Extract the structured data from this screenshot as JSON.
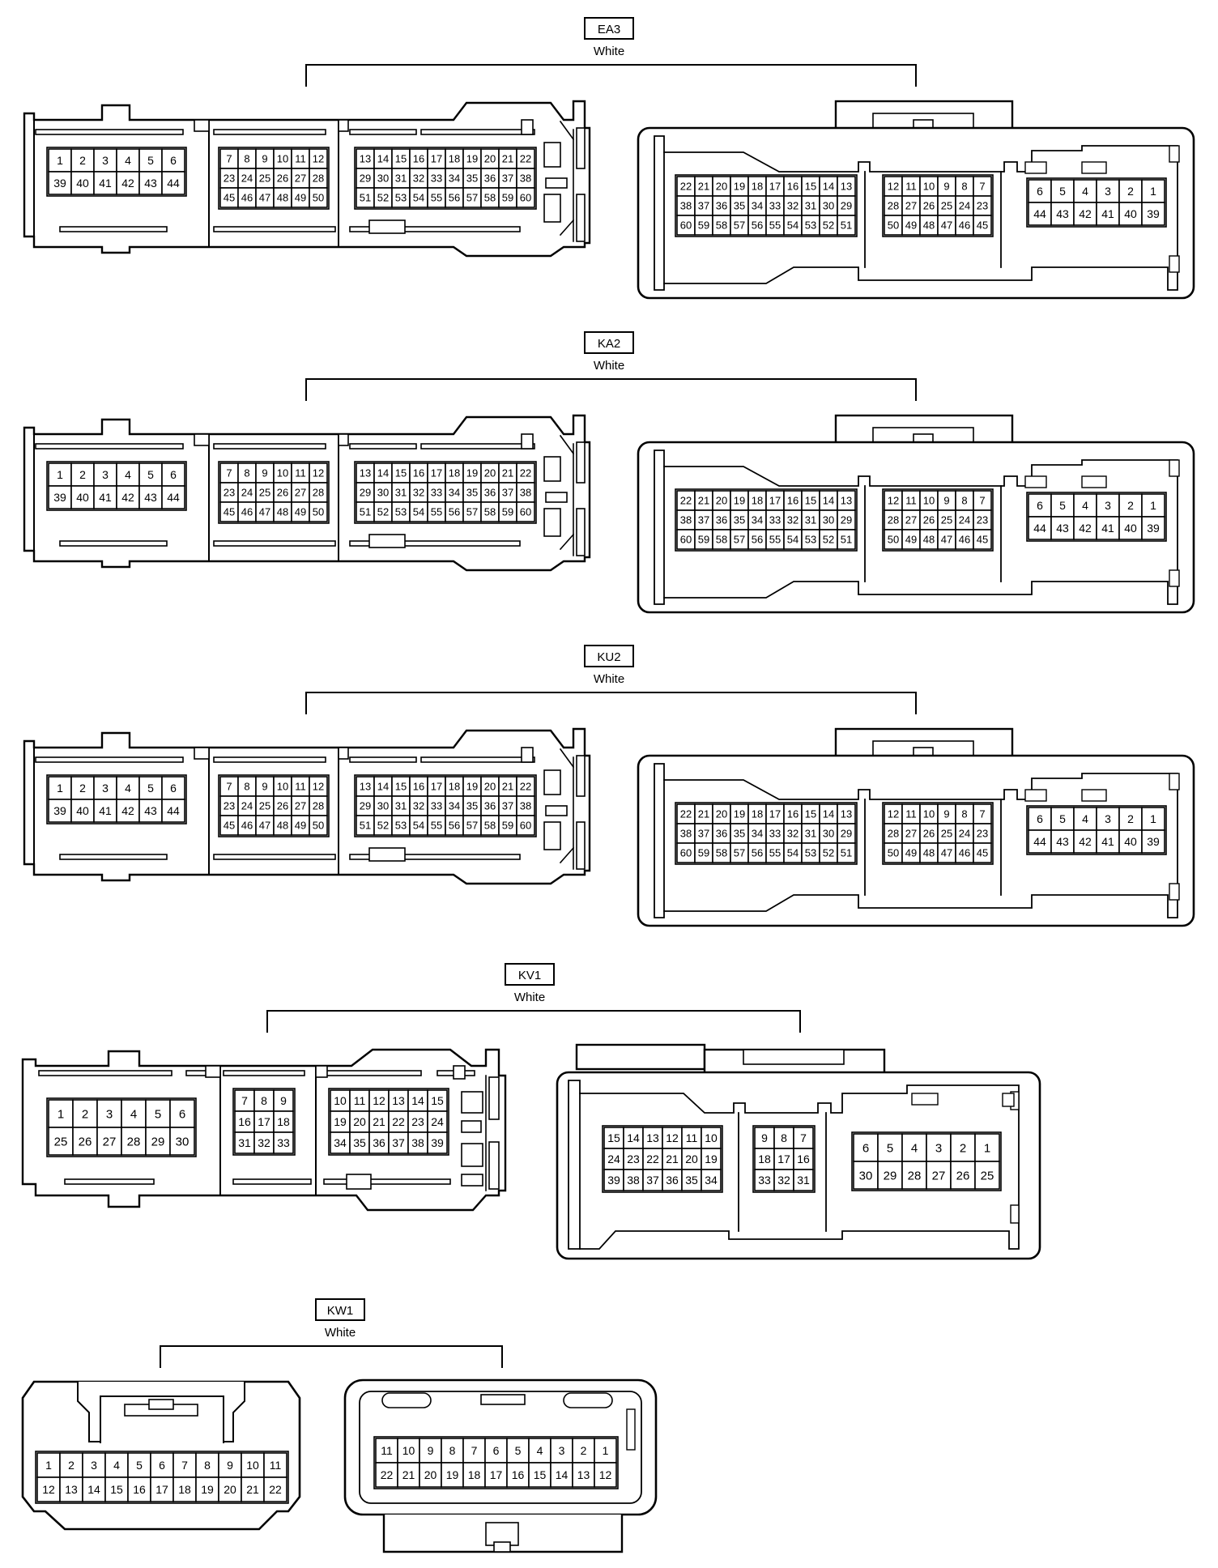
{
  "connectors": [
    {
      "code": "EA3",
      "color": "White",
      "male": {
        "blocks": [
          {
            "rows": [
              [
                "1",
                "2",
                "3",
                "4",
                "5",
                "6"
              ],
              [
                "39",
                "40",
                "41",
                "42",
                "43",
                "44"
              ]
            ]
          },
          {
            "rows": [
              [
                "7",
                "8",
                "9",
                "10",
                "11",
                "12"
              ],
              [
                "23",
                "24",
                "25",
                "26",
                "27",
                "28"
              ],
              [
                "45",
                "46",
                "47",
                "48",
                "49",
                "50"
              ]
            ]
          },
          {
            "rows": [
              [
                "13",
                "14",
                "15",
                "16",
                "17",
                "18",
                "19",
                "20",
                "21",
                "22"
              ],
              [
                "29",
                "30",
                "31",
                "32",
                "33",
                "34",
                "35",
                "36",
                "37",
                "38"
              ],
              [
                "51",
                "52",
                "53",
                "54",
                "55",
                "56",
                "57",
                "58",
                "59",
                "60"
              ]
            ]
          }
        ]
      },
      "female": {
        "blocks": [
          {
            "rows": [
              [
                "22",
                "21",
                "20",
                "19",
                "18",
                "17",
                "16",
                "15",
                "14",
                "13"
              ],
              [
                "38",
                "37",
                "36",
                "35",
                "34",
                "33",
                "32",
                "31",
                "30",
                "29"
              ],
              [
                "60",
                "59",
                "58",
                "57",
                "56",
                "55",
                "54",
                "53",
                "52",
                "51"
              ]
            ]
          },
          {
            "rows": [
              [
                "12",
                "11",
                "10",
                "9",
                "8",
                "7"
              ],
              [
                "28",
                "27",
                "26",
                "25",
                "24",
                "23"
              ],
              [
                "50",
                "49",
                "48",
                "47",
                "46",
                "45"
              ]
            ]
          },
          {
            "rows": [
              [
                "6",
                "5",
                "4",
                "3",
                "2",
                "1"
              ],
              [
                "44",
                "43",
                "42",
                "41",
                "40",
                "39"
              ]
            ]
          }
        ]
      }
    },
    {
      "code": "KA2",
      "color": "White",
      "male": {
        "blocks": [
          {
            "rows": [
              [
                "1",
                "2",
                "3",
                "4",
                "5",
                "6"
              ],
              [
                "39",
                "40",
                "41",
                "42",
                "43",
                "44"
              ]
            ]
          },
          {
            "rows": [
              [
                "7",
                "8",
                "9",
                "10",
                "11",
                "12"
              ],
              [
                "23",
                "24",
                "25",
                "26",
                "27",
                "28"
              ],
              [
                "45",
                "46",
                "47",
                "48",
                "49",
                "50"
              ]
            ]
          },
          {
            "rows": [
              [
                "13",
                "14",
                "15",
                "16",
                "17",
                "18",
                "19",
                "20",
                "21",
                "22"
              ],
              [
                "29",
                "30",
                "31",
                "32",
                "33",
                "34",
                "35",
                "36",
                "37",
                "38"
              ],
              [
                "51",
                "52",
                "53",
                "54",
                "55",
                "56",
                "57",
                "58",
                "59",
                "60"
              ]
            ]
          }
        ]
      },
      "female": {
        "blocks": [
          {
            "rows": [
              [
                "22",
                "21",
                "20",
                "19",
                "18",
                "17",
                "16",
                "15",
                "14",
                "13"
              ],
              [
                "38",
                "37",
                "36",
                "35",
                "34",
                "33",
                "32",
                "31",
                "30",
                "29"
              ],
              [
                "60",
                "59",
                "58",
                "57",
                "56",
                "55",
                "54",
                "53",
                "52",
                "51"
              ]
            ]
          },
          {
            "rows": [
              [
                "12",
                "11",
                "10",
                "9",
                "8",
                "7"
              ],
              [
                "28",
                "27",
                "26",
                "25",
                "24",
                "23"
              ],
              [
                "50",
                "49",
                "48",
                "47",
                "46",
                "45"
              ]
            ]
          },
          {
            "rows": [
              [
                "6",
                "5",
                "4",
                "3",
                "2",
                "1"
              ],
              [
                "44",
                "43",
                "42",
                "41",
                "40",
                "39"
              ]
            ]
          }
        ]
      }
    },
    {
      "code": "KU2",
      "color": "White",
      "male": {
        "blocks": [
          {
            "rows": [
              [
                "1",
                "2",
                "3",
                "4",
                "5",
                "6"
              ],
              [
                "39",
                "40",
                "41",
                "42",
                "43",
                "44"
              ]
            ]
          },
          {
            "rows": [
              [
                "7",
                "8",
                "9",
                "10",
                "11",
                "12"
              ],
              [
                "23",
                "24",
                "25",
                "26",
                "27",
                "28"
              ],
              [
                "45",
                "46",
                "47",
                "48",
                "49",
                "50"
              ]
            ]
          },
          {
            "rows": [
              [
                "13",
                "14",
                "15",
                "16",
                "17",
                "18",
                "19",
                "20",
                "21",
                "22"
              ],
              [
                "29",
                "30",
                "31",
                "32",
                "33",
                "34",
                "35",
                "36",
                "37",
                "38"
              ],
              [
                "51",
                "52",
                "53",
                "54",
                "55",
                "56",
                "57",
                "58",
                "59",
                "60"
              ]
            ]
          }
        ]
      },
      "female": {
        "blocks": [
          {
            "rows": [
              [
                "22",
                "21",
                "20",
                "19",
                "18",
                "17",
                "16",
                "15",
                "14",
                "13"
              ],
              [
                "38",
                "37",
                "36",
                "35",
                "34",
                "33",
                "32",
                "31",
                "30",
                "29"
              ],
              [
                "60",
                "59",
                "58",
                "57",
                "56",
                "55",
                "54",
                "53",
                "52",
                "51"
              ]
            ]
          },
          {
            "rows": [
              [
                "12",
                "11",
                "10",
                "9",
                "8",
                "7"
              ],
              [
                "28",
                "27",
                "26",
                "25",
                "24",
                "23"
              ],
              [
                "50",
                "49",
                "48",
                "47",
                "46",
                "45"
              ]
            ]
          },
          {
            "rows": [
              [
                "6",
                "5",
                "4",
                "3",
                "2",
                "1"
              ],
              [
                "44",
                "43",
                "42",
                "41",
                "40",
                "39"
              ]
            ]
          }
        ]
      }
    },
    {
      "code": "KV1",
      "color": "White",
      "male": {
        "blocks": [
          {
            "rows": [
              [
                "1",
                "2",
                "3",
                "4",
                "5",
                "6"
              ],
              [
                "25",
                "26",
                "27",
                "28",
                "29",
                "30"
              ]
            ]
          },
          {
            "rows": [
              [
                "7",
                "8",
                "9"
              ],
              [
                "16",
                "17",
                "18"
              ],
              [
                "31",
                "32",
                "33"
              ]
            ]
          },
          {
            "rows": [
              [
                "10",
                "11",
                "12",
                "13",
                "14",
                "15"
              ],
              [
                "19",
                "20",
                "21",
                "22",
                "23",
                "24"
              ],
              [
                "34",
                "35",
                "36",
                "37",
                "38",
                "39"
              ]
            ]
          }
        ]
      },
      "female": {
        "blocks": [
          {
            "rows": [
              [
                "15",
                "14",
                "13",
                "12",
                "11",
                "10"
              ],
              [
                "24",
                "23",
                "22",
                "21",
                "20",
                "19"
              ],
              [
                "39",
                "38",
                "37",
                "36",
                "35",
                "34"
              ]
            ]
          },
          {
            "rows": [
              [
                "9",
                "8",
                "7"
              ],
              [
                "18",
                "17",
                "16"
              ],
              [
                "33",
                "32",
                "31"
              ]
            ]
          },
          {
            "rows": [
              [
                "6",
                "5",
                "4",
                "3",
                "2",
                "1"
              ],
              [
                "30",
                "29",
                "28",
                "27",
                "26",
                "25"
              ]
            ]
          }
        ]
      }
    },
    {
      "code": "KW1",
      "color": "White",
      "male": {
        "blocks": [
          {
            "rows": [
              [
                "1",
                "2",
                "3",
                "4",
                "5",
                "6",
                "7",
                "8",
                "9",
                "10",
                "11"
              ],
              [
                "12",
                "13",
                "14",
                "15",
                "16",
                "17",
                "18",
                "19",
                "20",
                "21",
                "22"
              ]
            ]
          }
        ]
      },
      "female": {
        "blocks": [
          {
            "rows": [
              [
                "11",
                "10",
                "9",
                "8",
                "7",
                "6",
                "5",
                "4",
                "3",
                "2",
                "1"
              ],
              [
                "22",
                "21",
                "20",
                "19",
                "18",
                "17",
                "16",
                "15",
                "14",
                "13",
                "12"
              ]
            ]
          }
        ]
      }
    }
  ]
}
